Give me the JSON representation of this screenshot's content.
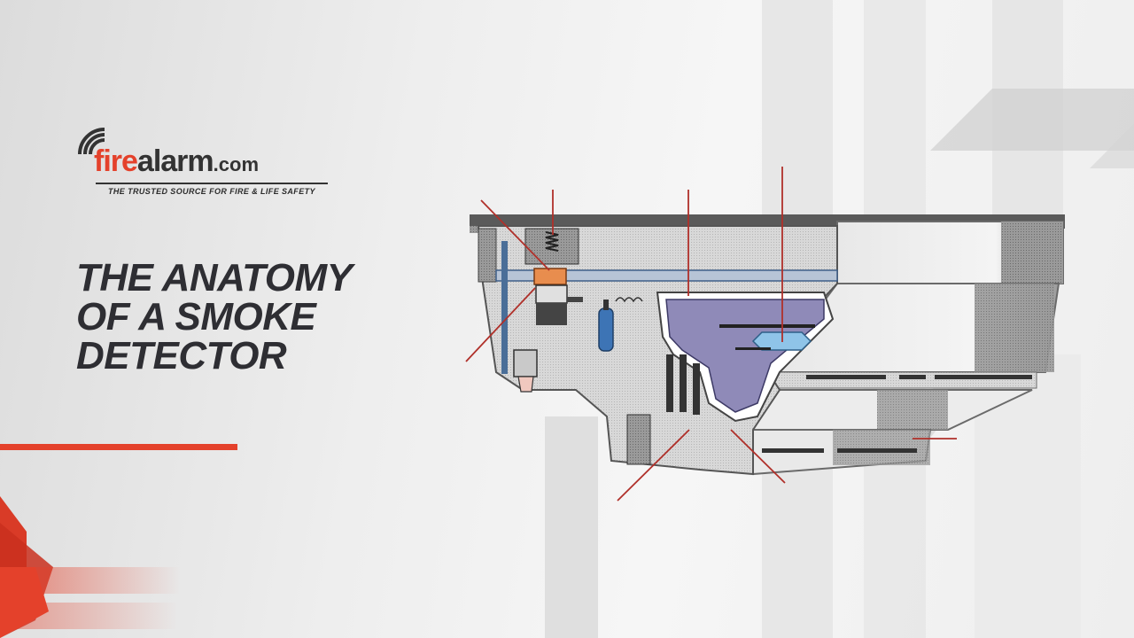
{
  "logo": {
    "fire": "fire",
    "alarm": "alarm",
    "dotcom": ".com",
    "tagline": "THE TRUSTED SOURCE FOR FIRE & LIFE SAFETY",
    "icon": "wifi-signal-icon"
  },
  "title": {
    "line1": "THE ANATOMY",
    "line2": "OF A SMOKE",
    "line3": "DETECTOR"
  },
  "colors": {
    "brand_red": "#e4412b",
    "title_dark": "#2e2e33",
    "housing_gray": "#8a8a8a",
    "chamber_purple": "#8f8ab8",
    "leader_line": "#b0302a"
  }
}
